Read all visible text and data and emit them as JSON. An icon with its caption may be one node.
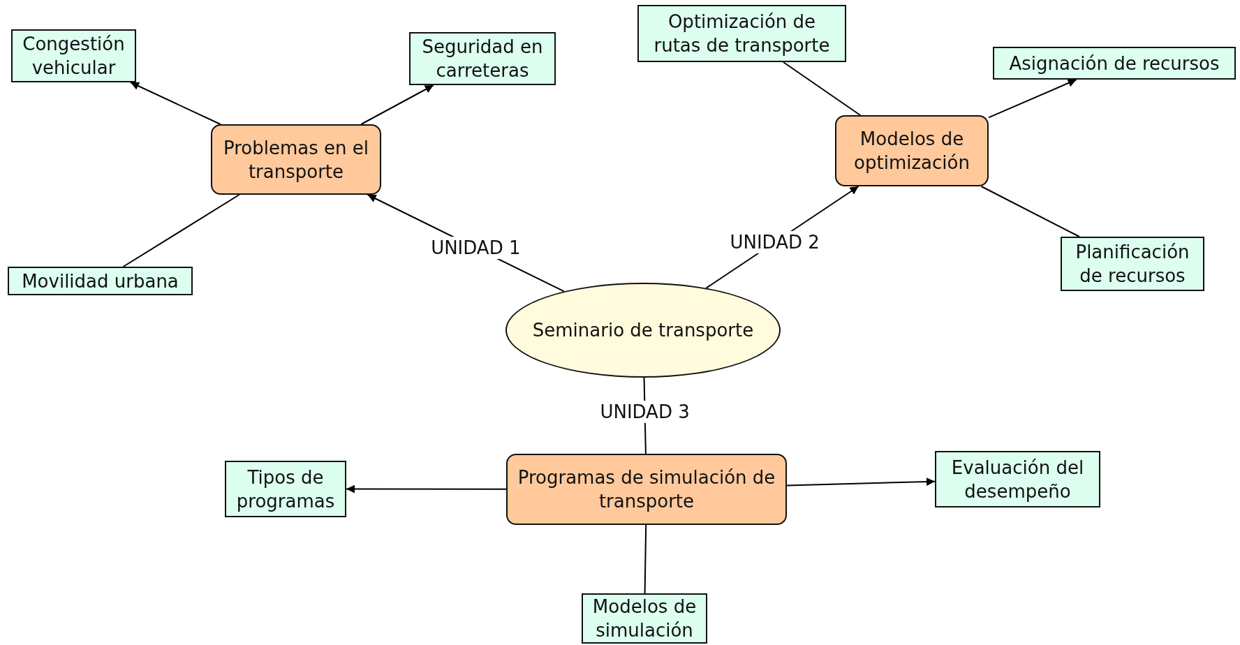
{
  "diagram": {
    "nodes": [
      {
        "text": [
          "Seminario de transporte"
        ]
      },
      {
        "text": [
          "Problemas en el transporte"
        ]
      },
      {
        "text": [
          "Modelos de optimización"
        ]
      },
      {
        "text": [
          "Programas de simulación de transporte"
        ]
      },
      {
        "text": [
          "Congestión vehicular"
        ]
      },
      {
        "text": [
          "Seguridad en carreteras"
        ]
      },
      {
        "text": [
          "Movilidad urbana"
        ]
      },
      {
        "text": [
          "Optimización de rutas de transporte"
        ]
      },
      {
        "text": [
          "Asignación de recursos"
        ]
      },
      {
        "text": [
          "Planificación de recursos"
        ]
      },
      {
        "text": [
          "Tipos de programas"
        ]
      },
      {
        "text": [
          "Evaluación del desempeño"
        ]
      },
      {
        "text": [
          "Modelos de simulación"
        ]
      }
    ],
    "edges": [
      {
        "from": 0,
        "to": 1,
        "arrow": "to",
        "label": "UNIDAD 1"
      },
      {
        "from": 0,
        "to": 2,
        "arrow": "to",
        "label": "UNIDAD 2"
      },
      {
        "from": 0,
        "to": 3,
        "arrow": "none",
        "label": "UNIDAD 3"
      },
      {
        "from": 1,
        "to": 4,
        "arrow": "to"
      },
      {
        "from": 1,
        "to": 5,
        "arrow": "to"
      },
      {
        "from": 1,
        "to": 6,
        "arrow": "none"
      },
      {
        "from": 2,
        "to": 7,
        "arrow": "none"
      },
      {
        "from": 2,
        "to": 8,
        "arrow": "to"
      },
      {
        "from": 2,
        "to": 9,
        "arrow": "none"
      },
      {
        "from": 3,
        "to": 10,
        "arrow": "to"
      },
      {
        "from": 3,
        "to": 11,
        "arrow": "to"
      },
      {
        "from": 3,
        "to": 12,
        "arrow": "none"
      }
    ]
  }
}
